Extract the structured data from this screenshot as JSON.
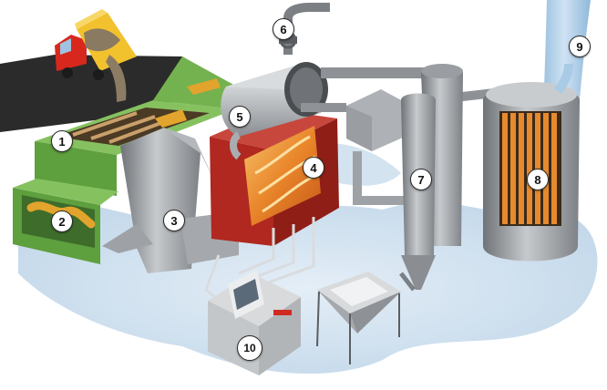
{
  "markers": [
    {
      "label": "1",
      "name": "label-1-reception-hopper"
    },
    {
      "label": "2",
      "name": "label-2-feed-screws"
    },
    {
      "label": "3",
      "name": "label-3-stoker"
    },
    {
      "label": "4",
      "name": "label-4-furnace"
    },
    {
      "label": "5",
      "name": "label-5-boiler"
    },
    {
      "label": "6",
      "name": "label-6-valve"
    },
    {
      "label": "7",
      "name": "label-7-cyclone"
    },
    {
      "label": "8",
      "name": "label-8-filter"
    },
    {
      "label": "9",
      "name": "label-9-stack"
    },
    {
      "label": "10",
      "name": "label-10-control-panel"
    }
  ],
  "colors": {
    "hopper_green": "#6fb04a",
    "furnace_red": "#b0281f",
    "truck_red": "#d8281e",
    "truck_yellow": "#f2c12e",
    "metal_gray": "#8e9296",
    "ground_blue": "#cfe0ee",
    "sky_blue": "#a9cbe6",
    "fire_orange": "#ee8a22"
  }
}
